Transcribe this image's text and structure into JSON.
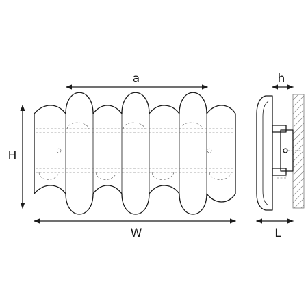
{
  "diagram": {
    "labels": {
      "a": "a",
      "h": "h",
      "H": "H",
      "W": "W",
      "L": "L"
    }
  }
}
